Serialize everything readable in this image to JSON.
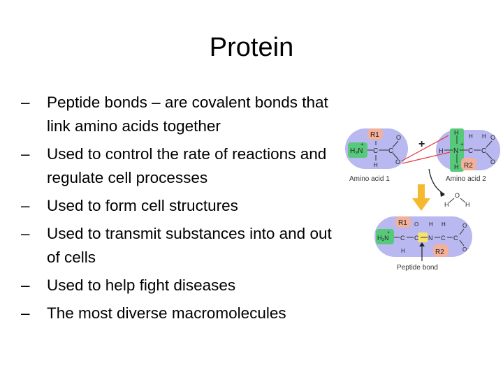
{
  "slide": {
    "title": "Protein",
    "bullets": [
      "Peptide bonds – are covalent bonds that link amino acids together",
      "Used to control the rate of reactions and regulate cell processes",
      "Used to form cell structures",
      "Used to transmit substances into and out of cells",
      "Used to help fight diseases",
      "The most diverse macromolecules"
    ],
    "bullet_marker": "–"
  },
  "figure": {
    "labels": {
      "amino_acid_1": "Amino acid 1",
      "amino_acid_2": "Amino acid 2",
      "peptide_bond": "Peptide bond",
      "plus": "+"
    },
    "atoms": {
      "h3n": "H₃N",
      "plus_charge": "+",
      "c": "C",
      "n": "N",
      "o": "O",
      "o_minus": "O⁻",
      "h": "H",
      "r1": "R1",
      "r2": "R2"
    },
    "colors": {
      "blob": "#b9b8f0",
      "amino_group": "#56c97a",
      "r_group": "#f3b09a",
      "connector": "#e23838",
      "arrow": "#f5b82e",
      "bond_highlight": "#f7e36a"
    }
  }
}
